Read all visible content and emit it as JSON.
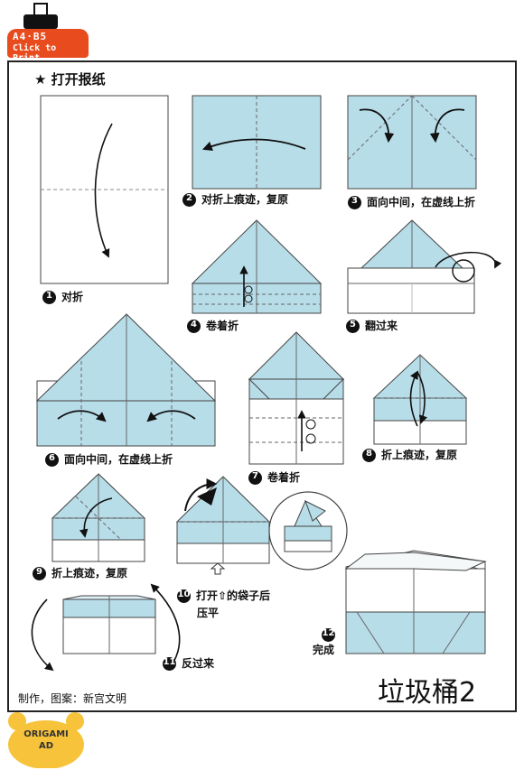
{
  "print_badge": {
    "line1": "A4·B5",
    "line2": "Click to Print"
  },
  "heading": "★ 打开报纸",
  "steps": [
    {
      "n": "1",
      "text": "对折"
    },
    {
      "n": "2",
      "text": "对折上痕迹，复原"
    },
    {
      "n": "3",
      "text": "面向中间，在虚线上折"
    },
    {
      "n": "4",
      "text": "卷着折"
    },
    {
      "n": "5",
      "text": "翻过来"
    },
    {
      "n": "6",
      "text": "面向中间，在虚线上折"
    },
    {
      "n": "7",
      "text": "卷着折"
    },
    {
      "n": "8",
      "text": "折上痕迹，复原"
    },
    {
      "n": "9",
      "text": "折上痕迹，复原"
    },
    {
      "n": "10",
      "text": "打开⇧的袋子后",
      "text2": "压平"
    },
    {
      "n": "11",
      "text": "反过来"
    },
    {
      "n": "12",
      "text": "完成"
    }
  ],
  "credits": "制作，图案：新宫文明",
  "title": "垃圾桶2",
  "logo": {
    "line1": "ORIGAMI",
    "line2": "AD"
  },
  "colors": {
    "paper_blue": "#b7dde9",
    "accent_orange": "#e84c1e",
    "logo_yellow": "#f6c33a"
  }
}
